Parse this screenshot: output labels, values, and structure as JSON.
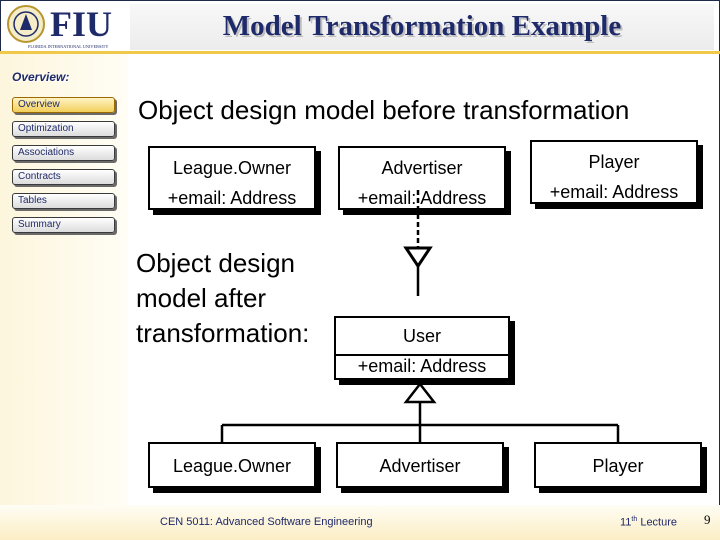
{
  "header": {
    "logo_text": "FIU",
    "logo_subtext": "FLORIDA INTERNATIONAL UNIVERSITY",
    "title": "Model Transformation Example"
  },
  "sidebar": {
    "title": "Overview:",
    "items": [
      {
        "label": "Overview",
        "active": true
      },
      {
        "label": "Optimization",
        "active": false
      },
      {
        "label": "Associations",
        "active": false
      },
      {
        "label": "Contracts",
        "active": false
      },
      {
        "label": "Tables",
        "active": false
      },
      {
        "label": "Summary",
        "active": false
      }
    ]
  },
  "slide": {
    "heading": "Object design model before transformation",
    "before_classes": [
      {
        "name": "League.Owner",
        "attr": "+email: Address"
      },
      {
        "name": "Advertiser",
        "attr": "+email: Address"
      },
      {
        "name": "Player",
        "attr": "+email: Address"
      }
    ],
    "after_label_lines": [
      "Object design",
      "model after",
      "transformation:"
    ],
    "superclass": {
      "name": "User",
      "attr": "+email: Address"
    },
    "subclasses": [
      "League.Owner",
      "Advertiser",
      "Player"
    ]
  },
  "footer": {
    "course": "CEN 5011: Advanced Software Engineering",
    "lecture_num": "11",
    "lecture_sup": "th",
    "lecture_word": " Lecture",
    "page_number": "9"
  },
  "colors": {
    "navy": "#1f2a6a",
    "gold": "#f0c84a",
    "active_button": "#f2cf5a"
  }
}
